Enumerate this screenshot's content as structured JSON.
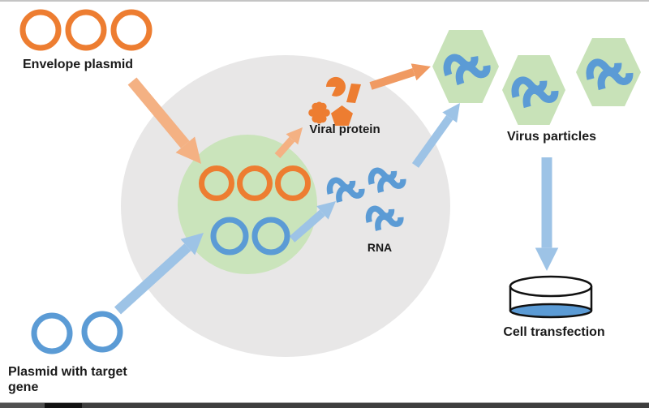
{
  "figure": {
    "type": "lentivirus-production-diagram",
    "labels": {
      "envelope_plasmid": "Envelope plasmid",
      "plasmid_with_target_gene": "Plasmid with target gene",
      "viral_protein": "Viral protein",
      "rna": "RNA",
      "virus_particles": "Virus particles",
      "cell_transfection": "Cell transfection"
    },
    "colors": {
      "orange": "#ED7D31",
      "light_orange_arrow": "#F4B183",
      "deep_orange_arrow": "#F09A62",
      "blue": "#5B9BD5",
      "light_blue_arrow": "#9DC3E6",
      "cell_gray": "#E8E7E7",
      "nucleus_green": "#CAE4BB",
      "virus_green": "#C8E2B8",
      "dish_medium_blue": "#5B9BD5",
      "text": "#1A1A1A"
    },
    "counts": {
      "envelope_plasmid_circles": 3,
      "target_plasmid_circles": 2,
      "nucleus_envelope_plasmids": 3,
      "nucleus_target_plasmids": 2,
      "viral_protein_shapes": 4,
      "rna_molecules": 3,
      "virus_particles": 3
    },
    "icons": {
      "plasmid": "circle-outline",
      "rna": "double-squiggle-ribbon",
      "virus_particle": "green-hexagon-with-squiggle",
      "viral_protein": "pacman, parallelogram, blob, pentagon",
      "petri_dish": "dish-side-view"
    }
  }
}
